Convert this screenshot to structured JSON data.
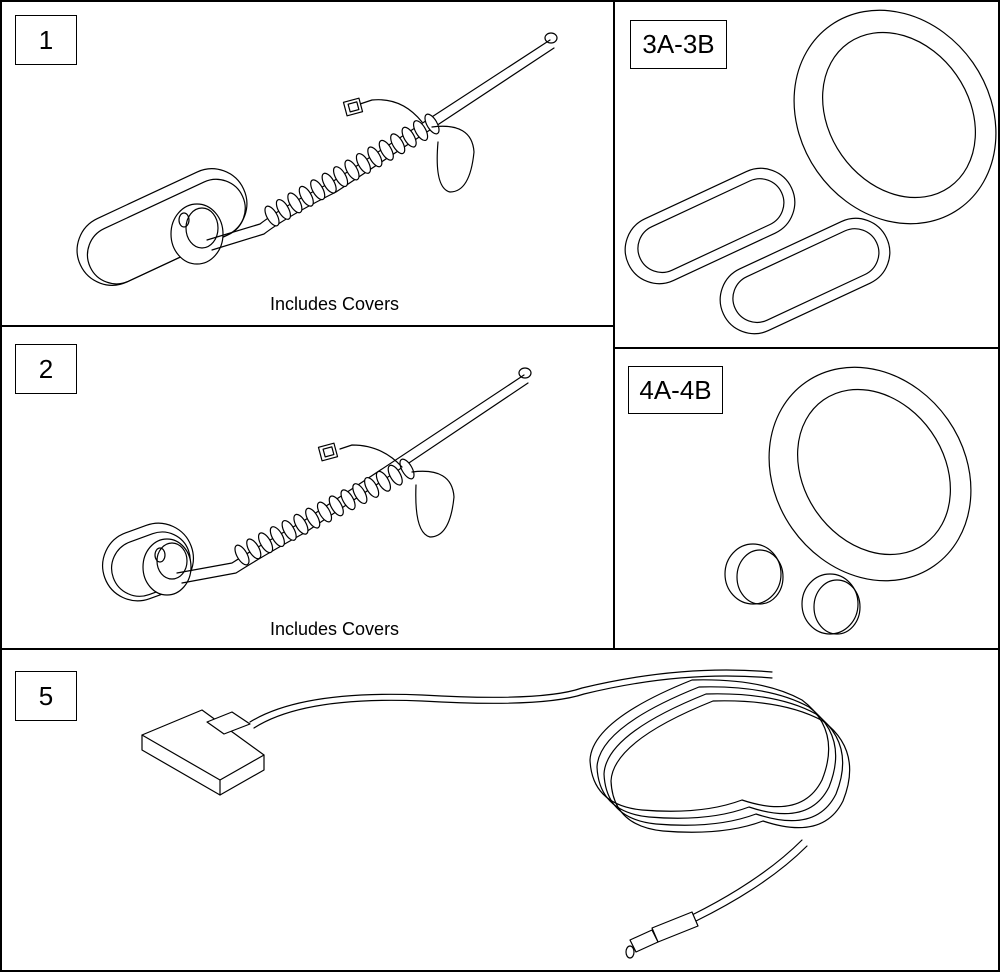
{
  "panels": {
    "p1": {
      "label": "1",
      "caption": "Includes Covers"
    },
    "p2": {
      "label": "2",
      "caption": "Includes Covers"
    },
    "p3": {
      "label": "3A-3B"
    },
    "p4": {
      "label": "4A-4B"
    },
    "p5": {
      "label": "5"
    }
  }
}
